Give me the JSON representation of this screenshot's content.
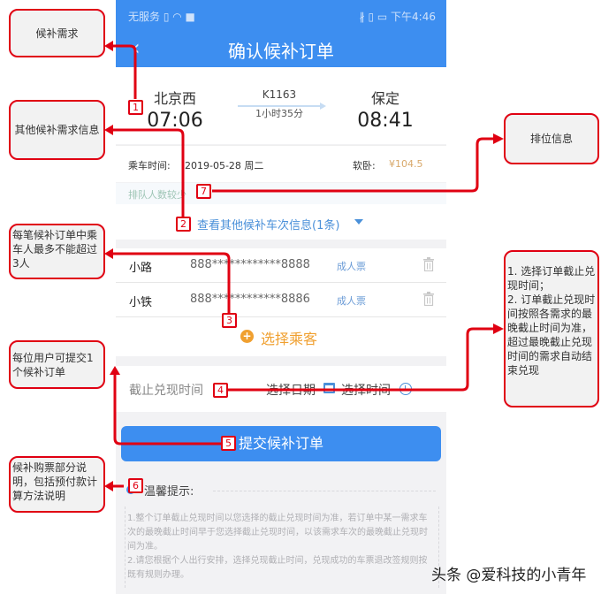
{
  "status_bar": {
    "left": "无服务 ▯ ◠ ■",
    "right": "∦ ▯ ▭ 下午4:46"
  },
  "nav": {
    "back_icon": "chevron-left",
    "back_glyph": "‹",
    "title": "确认候补订单"
  },
  "train": {
    "from_station": "北京西",
    "from_time": "07:06",
    "train_code": "K1163",
    "duration": "1小时35分",
    "to_station": "保定",
    "to_time": "08:41"
  },
  "ride": {
    "date_label": "乘车时间:",
    "date_value": "2019-05-28 周二",
    "seat_label": "软卧:",
    "price": "¥104.5"
  },
  "queue": {
    "text": "排队人数较少"
  },
  "other_trains": {
    "label": "查看其他候补车次信息(1条)"
  },
  "passengers": [
    {
      "name": "小路",
      "id": "888************8888",
      "type": "成人票"
    },
    {
      "name": "小铁",
      "id": "888************8886",
      "type": "成人票"
    }
  ],
  "add_passenger": {
    "icon": "+",
    "label": "选择乘客"
  },
  "deadline": {
    "label": "截止兑现时间",
    "date_placeholder": "选择日期",
    "time_placeholder": "选择时间"
  },
  "submit": {
    "label": "提交候补订单"
  },
  "tips": {
    "title": "温馨提示:",
    "body": "1.整个订单截止兑现时间以您选择的截止兑现时间为准，若订单中某一需求车次的最晚截止时间早于您选择截止兑现时间，以该需求车次的最晚截止兑现时间为准。\n2.请您根据个人出行安排，选择兑现截止时间，兑现成功的车票退改签规则按既有规则办理。"
  },
  "annotations": {
    "colors": {
      "accent": "#e00012",
      "note_bg": "#f2f2f2"
    },
    "notes": [
      {
        "id": 1,
        "text": "候补需求"
      },
      {
        "id": 2,
        "text": "其他候补需求信息"
      },
      {
        "id": 3,
        "text": "每笔候补订单中乘车人最多不能超过3人"
      },
      {
        "id": 5,
        "text": "每位用户可提交1个候补订单"
      },
      {
        "id": 6,
        "text": "候补购票部分说明，包括预付款计算方法说明"
      },
      {
        "id": 7,
        "text": "排位信息"
      },
      {
        "id": 4,
        "text": "1. 选择订单截止兑现时间；\n2. 订单截止兑现时间按照各需求的最晚截止时间为准，超过最晚截止兑现时间的需求自动结束兑现"
      }
    ],
    "badges": [
      "1",
      "2",
      "3",
      "4",
      "5",
      "6",
      "7"
    ]
  },
  "colors": {
    "primary": "#3d8ef0",
    "price": "#d8a86a",
    "queue_text": "#9ec5b5",
    "link": "#4a90d9",
    "add_passenger": "#f0a030"
  },
  "watermark": "头条 @爱科技的小青年"
}
